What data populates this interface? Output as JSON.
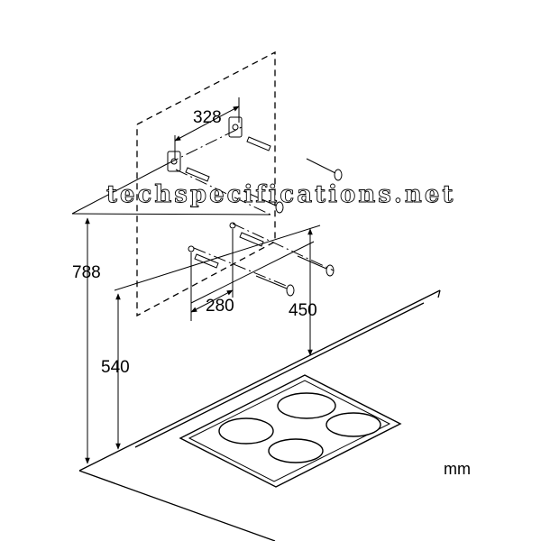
{
  "diagram": {
    "dimensions": {
      "hole_spacing_top": "328",
      "hole_spacing_bottom": "280",
      "height_to_top": "788",
      "height_to_bottom": "540",
      "height_bottom_holes": "450"
    },
    "unit": "mm",
    "watermark": "techspecifications.net"
  }
}
